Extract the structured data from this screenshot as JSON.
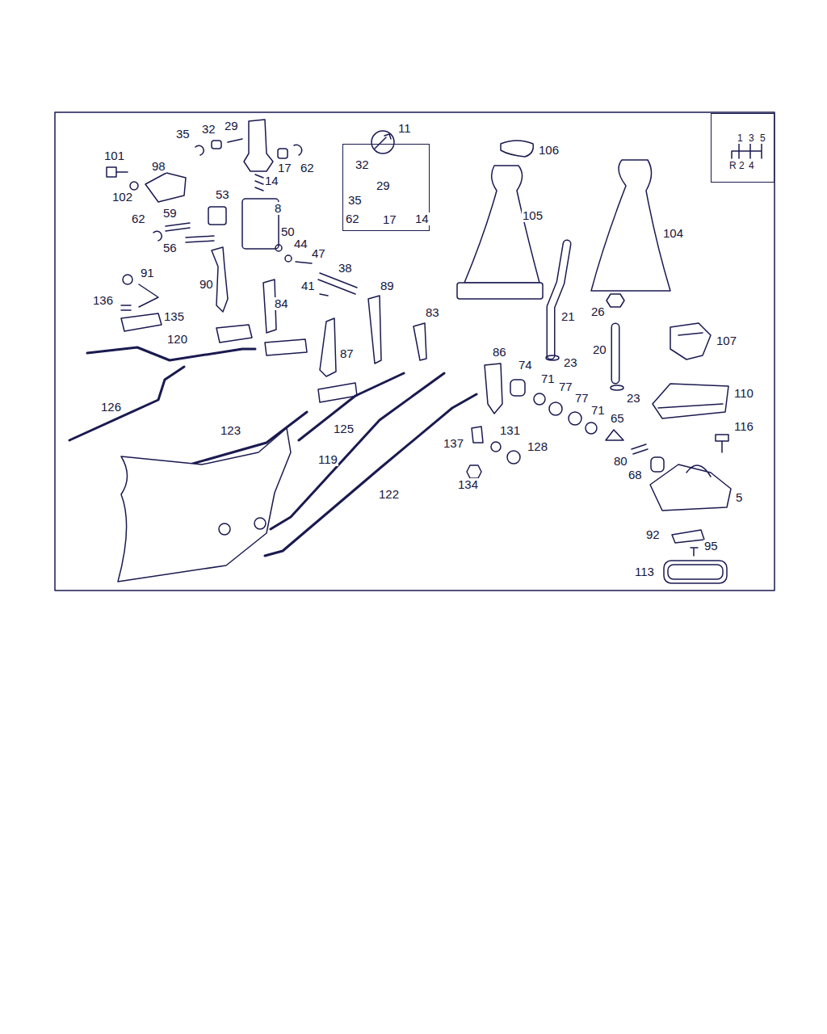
{
  "diagram": {
    "nodes": [
      {
        "text": [
          "11",
          "32",
          "29",
          "35",
          "62",
          "17",
          "14"
        ]
      },
      {
        "text": [
          "1",
          "3",
          "5",
          "R",
          "2",
          "4"
        ]
      }
    ],
    "labels": [
      "35",
      "32",
      "29",
      "17",
      "14",
      "62",
      "101",
      "98",
      "102",
      "53",
      "8",
      "62",
      "59",
      "56",
      "50",
      "44",
      "47",
      "38",
      "91",
      "90",
      "41",
      "89",
      "136",
      "135",
      "84",
      "83",
      "120",
      "87",
      "86",
      "74",
      "23",
      "21",
      "26",
      "20",
      "23",
      "107",
      "110",
      "106",
      "105",
      "104",
      "126",
      "71",
      "77",
      "77",
      "71",
      "65",
      "116",
      "123",
      "125",
      "131",
      "137",
      "128",
      "119",
      "80",
      "68",
      "134",
      "5",
      "122",
      "92",
      "95",
      "113"
    ]
  }
}
